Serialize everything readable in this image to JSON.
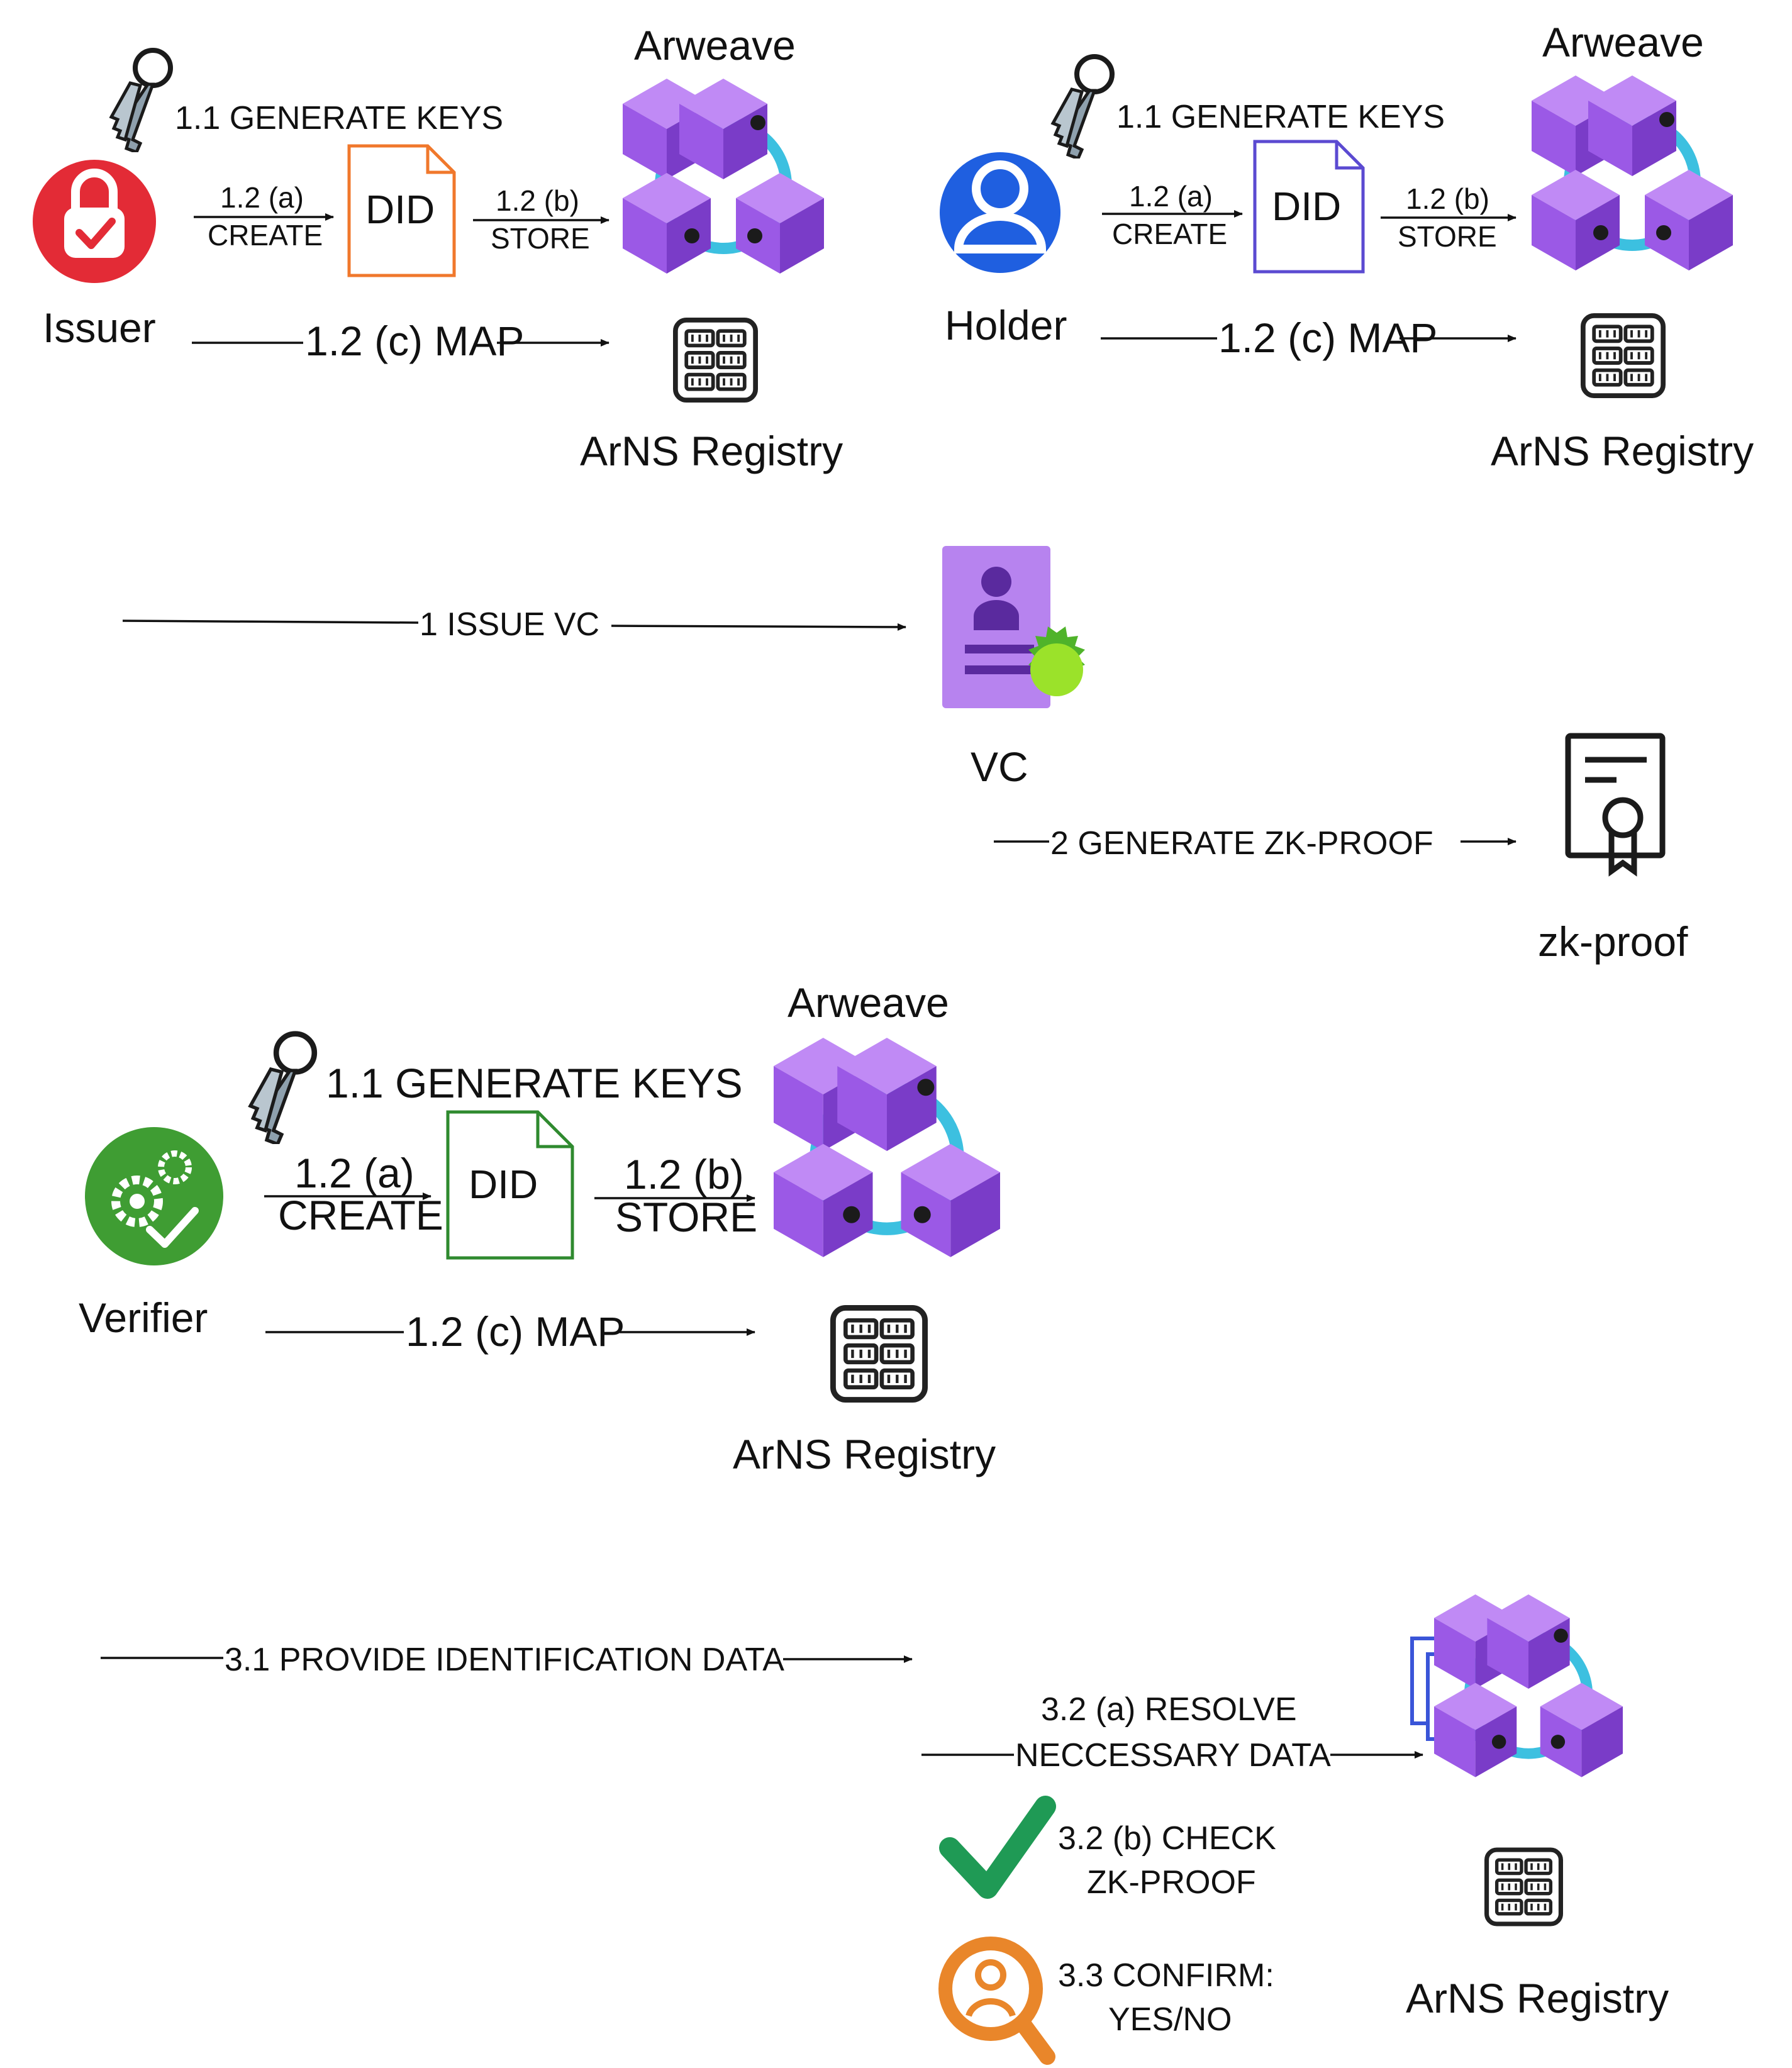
{
  "actors": {
    "issuer": "Issuer",
    "holder": "Holder",
    "verifier": "Verifier"
  },
  "labels": {
    "arweave": "Arweave",
    "arns_registry": "ArNS Registry",
    "generate_keys": "1.1 GENERATE KEYS",
    "create_num": "1.2 (a)",
    "create_word": "CREATE",
    "store_num": "1.2 (b)",
    "store_word": "STORE",
    "map": "1.2 (c) MAP",
    "did": "DID",
    "issue_vc": "1 ISSUE VC",
    "vc": "VC",
    "generate_zk": "2 GENERATE ZK-PROOF",
    "zk_proof": "zk-proof",
    "provide_data": "3.1 PROVIDE IDENTIFICATION DATA",
    "resolve_line1": "3.2 (a) RESOLVE",
    "resolve_line2": "NECCESSARY DATA",
    "check_line1": "3.2 (b) CHECK",
    "check_line2": "ZK-PROOF",
    "confirm_line1": "3.3 CONFIRM:",
    "confirm_line2": "YES/NO"
  },
  "icons": {
    "issuer": "lock-icon",
    "holder": "user-icon",
    "verifier": "gears-check-icon",
    "keys": "keys-icon",
    "arweave": "cubes-network-icon",
    "registry": "registry-grid-icon",
    "vc": "credential-icon",
    "zk": "certificate-icon",
    "check": "checkmark-icon",
    "confirm": "search-person-icon",
    "documents": "documents-icon"
  },
  "colors": {
    "issuer": "#e32b36",
    "holder": "#1f5fe0",
    "verifier": "#3f9d33",
    "did_issuer": "#f0782c",
    "did_holder": "#5b4ad1",
    "did_verifier": "#2f8a2f",
    "cube": "#9b59e6",
    "cube_dark": "#7a3cc8",
    "link": "#3cc0e0",
    "check": "#1f9a55",
    "confirm": "#e9862a",
    "seal": "#9be22a"
  }
}
